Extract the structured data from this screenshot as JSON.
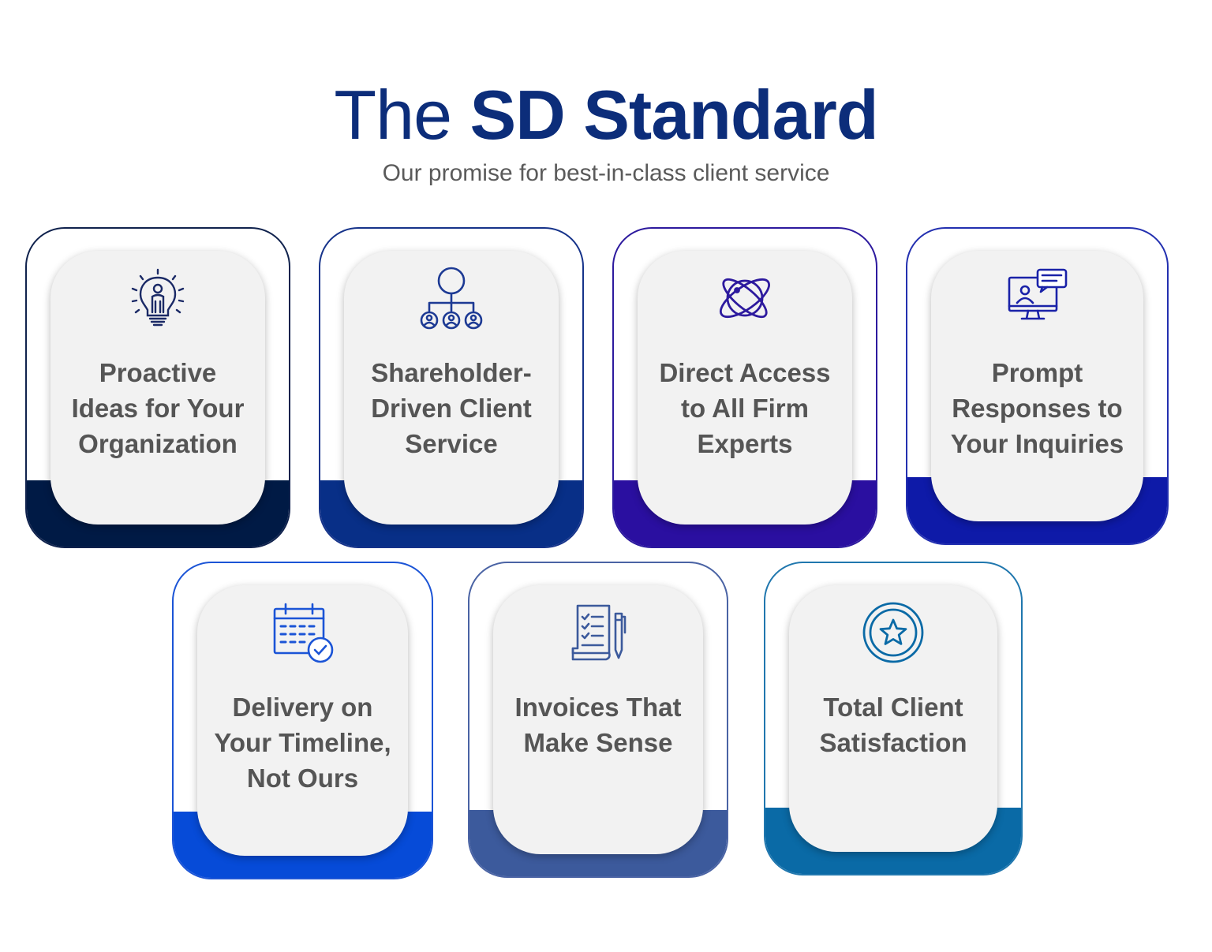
{
  "header": {
    "title_light": "The",
    "title_bold": "SD Standard",
    "subtitle": "Our promise for best-in-class client service"
  },
  "cards": [
    {
      "label": "Proactive\nIdeas for Your\nOrganization",
      "icon": "lightbulb-person-icon",
      "band_color": "#001a45",
      "border_color": "#10224d"
    },
    {
      "label": "Shareholder-\nDriven Client\nService",
      "icon": "org-chart-icon",
      "band_color": "#082f87",
      "border_color": "#16338a"
    },
    {
      "label": "Direct Access\nto All Firm\nExperts",
      "icon": "orbit-globe-icon",
      "band_color": "#2a0fa0",
      "border_color": "#2d1a9e"
    },
    {
      "label": "Prompt\nResponses to\nYour Inquiries",
      "icon": "video-chat-icon",
      "band_color": "#0e1aa8",
      "border_color": "#2330b0"
    },
    {
      "label": "Delivery on\nYour Timeline,\nNot Ours",
      "icon": "calendar-check-icon",
      "band_color": "#064bd8",
      "border_color": "#1b54d6"
    },
    {
      "label": "Invoices That\nMake Sense",
      "icon": "invoice-pen-icon",
      "band_color": "#3c5a9c",
      "border_color": "#4a63a4"
    },
    {
      "label": "Total Client\nSatisfaction",
      "icon": "star-badge-icon",
      "band_color": "#0a6aa6",
      "border_color": "#2077ae"
    }
  ]
}
